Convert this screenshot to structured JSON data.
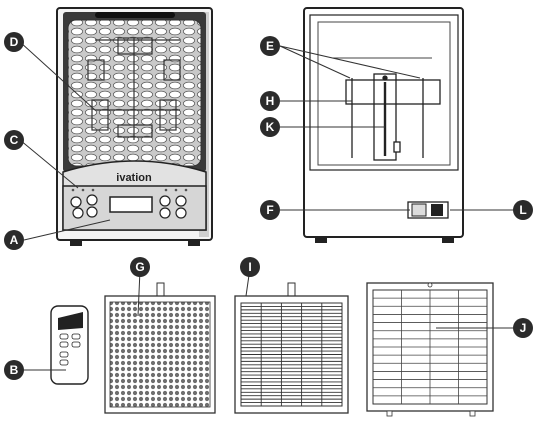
{
  "brand": "ivation",
  "callouts": {
    "A": "A",
    "B": "B",
    "C": "C",
    "D": "D",
    "E": "E",
    "F": "F",
    "G": "G",
    "H": "H",
    "I": "I",
    "J": "J",
    "K": "K",
    "L": "L"
  },
  "colors": {
    "callout": "#2b2b2b",
    "line": "#333333",
    "panel": "#d8d8d8",
    "dark": "#1e1e1e"
  }
}
